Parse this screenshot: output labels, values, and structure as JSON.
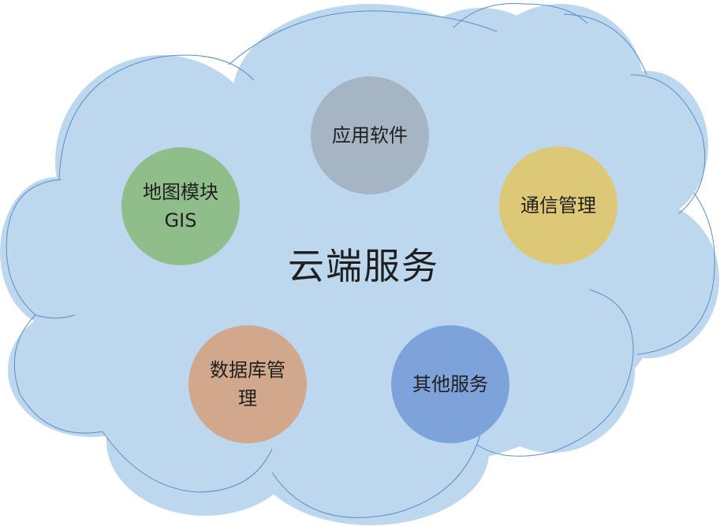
{
  "diagram": {
    "center_label": "云端服务",
    "nodes": {
      "app": {
        "line1": "应用软件",
        "line2": "",
        "color": "#a6b5c4"
      },
      "gis": {
        "line1": "地图模块",
        "line2": "GIS",
        "color": "#8fbe8a"
      },
      "comm": {
        "line1": "通信管理",
        "line2": "",
        "color": "#dcc876"
      },
      "db": {
        "line1": "数据库管",
        "line2": "理",
        "color": "#d2a88c"
      },
      "other": {
        "line1": "其他服务",
        "line2": "",
        "color": "#7ea3da"
      }
    },
    "cloud_fill": "#bdd7ee",
    "cloud_stroke": "#5b8ec4"
  }
}
